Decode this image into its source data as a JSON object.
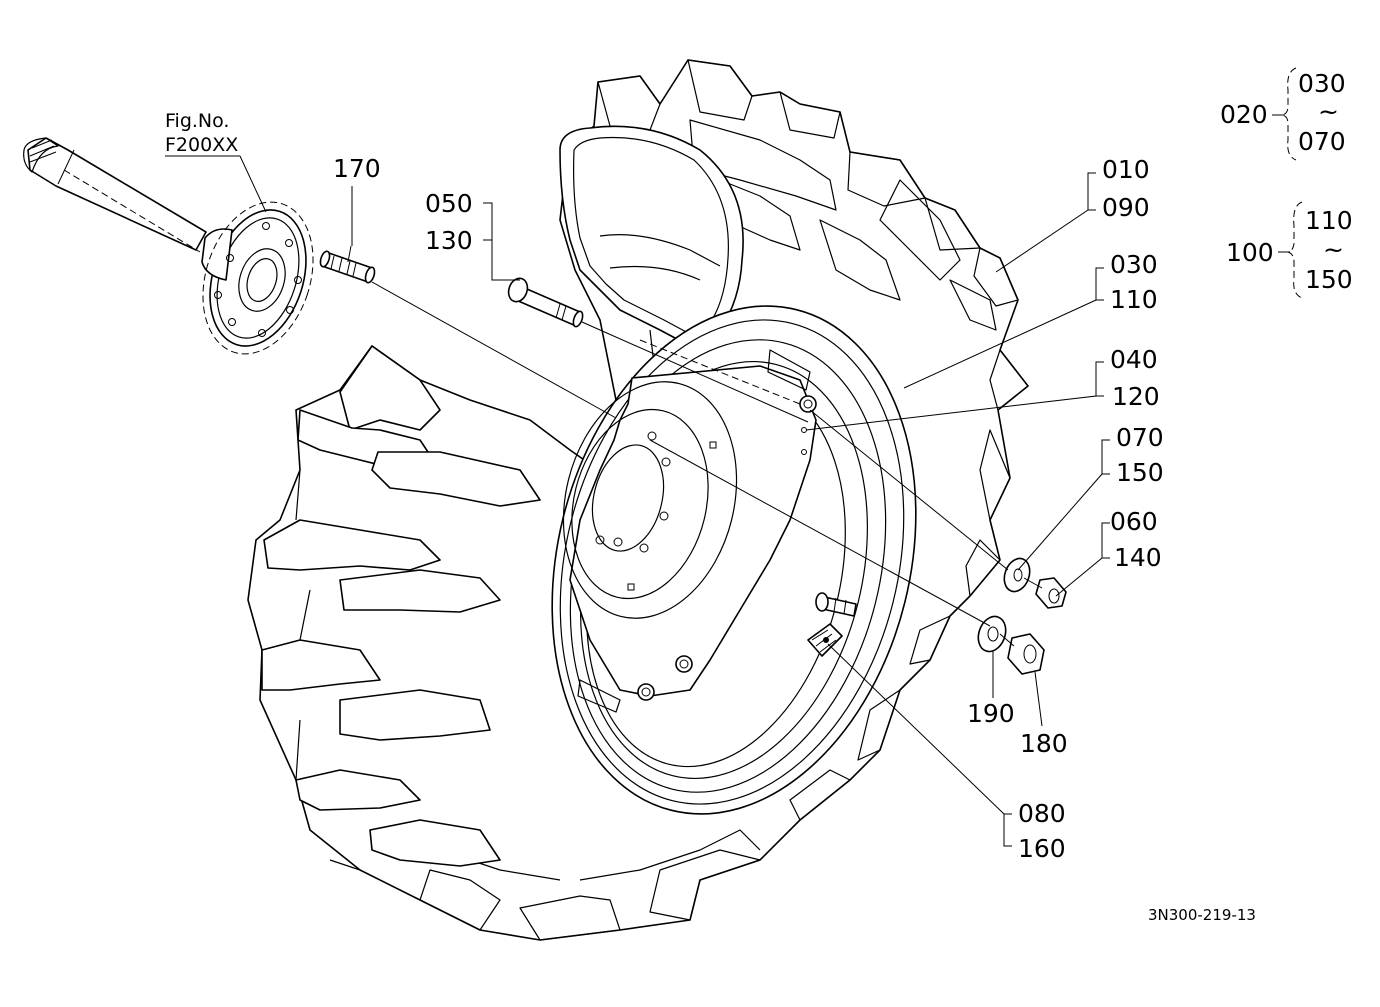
{
  "figure_ref": {
    "line1": "Fig.No.",
    "line2": "F200XX"
  },
  "drawing_code": "3N300-219-13",
  "callouts": {
    "c170": "170",
    "c050": "050",
    "c130": "130",
    "c010": "010",
    "c090": "090",
    "c030": "030",
    "c110": "110",
    "c040": "040",
    "c120": "120",
    "c070": "070",
    "c150": "150",
    "c060": "060",
    "c140": "140",
    "c190": "190",
    "c180": "180",
    "c080": "080",
    "c160": "160"
  },
  "legend_groups": [
    {
      "parent": "020",
      "from": "030",
      "to": "070"
    },
    {
      "parent": "100",
      "from": "110",
      "to": "150"
    }
  ],
  "range_symbol": "~"
}
